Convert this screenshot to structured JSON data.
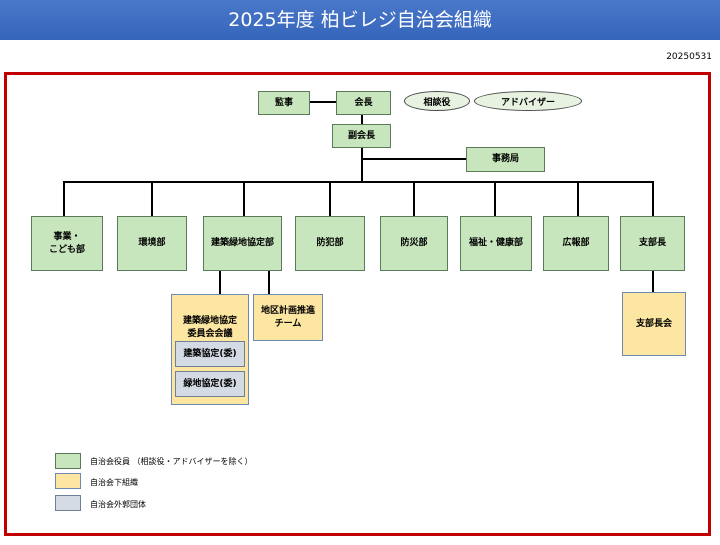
{
  "header": {
    "title": "2025年度 柏ビレジ自治会組織",
    "date": "20250531"
  },
  "org": {
    "auditor": "監事",
    "president": "会長",
    "consultant": "相談役",
    "advisor": "アドバイザー",
    "vice_president": "副会長",
    "secretariat": "事務局",
    "departments": [
      "事業・\nこども部",
      "環境部",
      "建築緑地協定部",
      "防犯部",
      "防災部",
      "福祉・健康部",
      "広報部",
      "支部長"
    ],
    "building_committee": "建築緑地協定\n委員会会議",
    "building_agreement": "建築協定(委)",
    "green_agreement": "緑地協定(委)",
    "district_team": "地区計画推進\nチーム",
    "branch_meeting": "支部長会"
  },
  "legend": {
    "items": [
      {
        "label": "自治会役員 （相談役・アドバイザーを除く）",
        "color": "#c8e6bd"
      },
      {
        "label": "自治会下組織",
        "color": "#fde6a2"
      },
      {
        "label": "自治会外郭団体",
        "color": "#d4dbe5"
      }
    ]
  },
  "colors": {
    "banner": "#3f6fc4",
    "frame": "#c00000",
    "officer": "#c8e6bd",
    "sub_org": "#fde6a2",
    "external": "#d4dbe5"
  }
}
